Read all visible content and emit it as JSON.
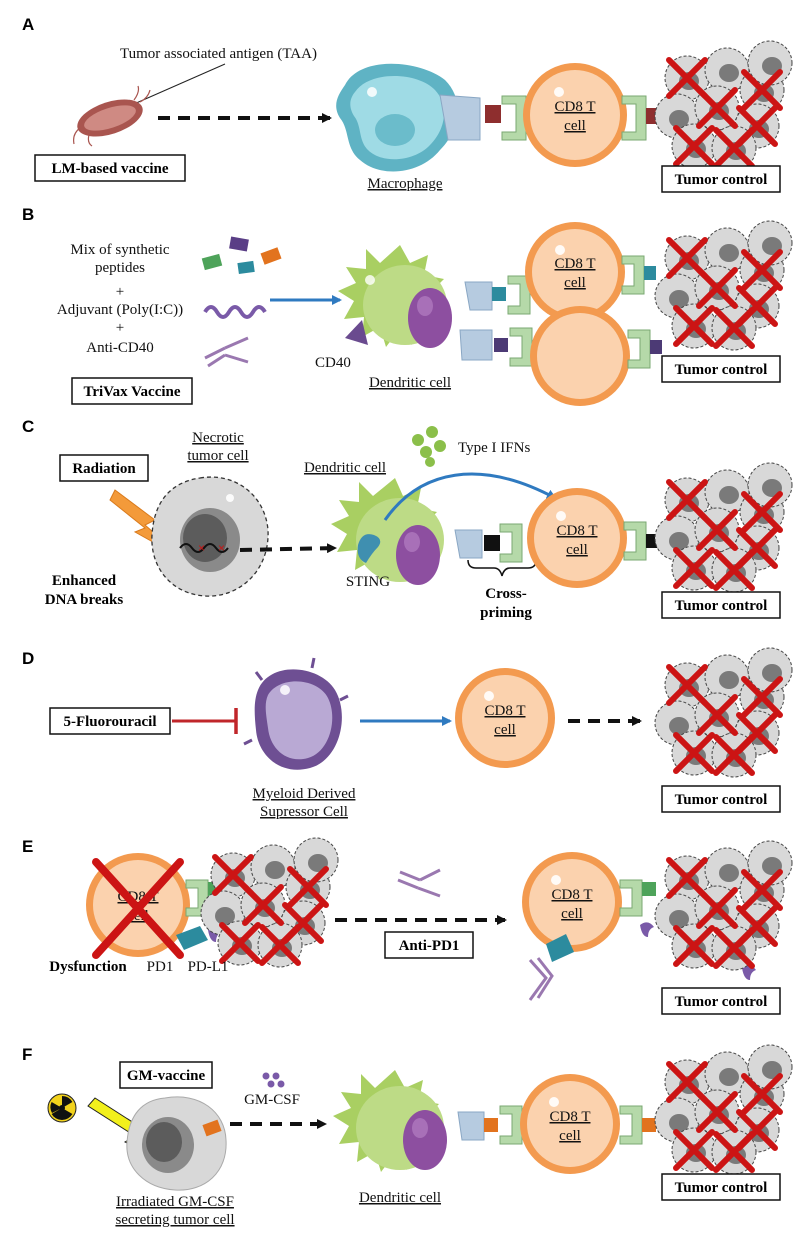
{
  "colors": {
    "cd8": "#f39a4f",
    "cd8_inner": "#fbd2ae",
    "tumor": "#d8d8d8",
    "tumor_nucleus": "#7a7a7a",
    "cross": "#cc1414",
    "macrophage": "#8fd0dc",
    "dendritic": "#a9cf62",
    "nucleus_purple": "#8d4fa0",
    "mdsc": "#6e4f93",
    "arrow_blue": "#2f7ac0",
    "inhibit_red": "#c0262a",
    "receptor_green": "#b5d9a9",
    "receptor_blue": "#b6cbe0",
    "antigen_red": "#8e2e2e",
    "antigen_teal": "#2c8b9e",
    "antigen_purple": "#4c3a75",
    "antigen_orange": "#e2731e",
    "antigen_black": "#111111"
  },
  "panels": [
    {
      "letter": "A",
      "box_label": "LM-based vaccine",
      "annotation": "Tumor associated antigen (TAA)",
      "presenting_cell": "Macrophage",
      "t_cell": [
        "CD8 T",
        "cell"
      ],
      "outcome": "Tumor control",
      "icons": [
        "bacterium-icon",
        "macrophage-icon",
        "cd8-t-cell-icon",
        "tumor-cluster-icon"
      ]
    },
    {
      "letter": "B",
      "components": [
        "Mix of synthetic",
        "peptides",
        "+",
        "Adjuvant (Poly(I:C))",
        "+",
        "Anti-CD40"
      ],
      "box_label": "TriVax Vaccine",
      "marker": "CD40",
      "presenting_cell": "Dendritic cell",
      "t_cell": [
        "CD8 T",
        "cell"
      ],
      "outcome": "Tumor control",
      "icons": [
        "peptide-icon",
        "rna-helix-icon",
        "antibody-icon",
        "dendritic-cell-icon",
        "cd8-t-cell-icon",
        "tumor-cluster-icon"
      ]
    },
    {
      "letter": "C",
      "box_label": "Radiation",
      "necrotic": [
        "Necrotic",
        "tumor cell"
      ],
      "dna": [
        "Enhanced",
        "DNA breaks"
      ],
      "presenting_cell": "Dendritic cell",
      "ifn": "Type I IFNs",
      "sting": "STING",
      "cross_priming": [
        "Cross-",
        "priming"
      ],
      "t_cell": [
        "CD8 T",
        "cell"
      ],
      "outcome": "Tumor control",
      "icons": [
        "lightning-icon",
        "necrotic-cell-icon",
        "dendritic-cell-icon",
        "ifn-dots-icon",
        "cd8-t-cell-icon",
        "tumor-cluster-icon"
      ]
    },
    {
      "letter": "D",
      "box_label": "5-Fluorouracil",
      "suppressor": [
        "Myeloid Derived",
        "Supressor Cell"
      ],
      "t_cell": [
        "CD8 T",
        "cell"
      ],
      "outcome": "Tumor control",
      "icons": [
        "mdsc-icon",
        "cd8-t-cell-icon",
        "tumor-cluster-icon"
      ]
    },
    {
      "letter": "E",
      "dysfunction": "Dysfunction",
      "pd1": "PD1",
      "pdl1": "PD-L1",
      "box_label": "Anti-PD1",
      "t_cell": [
        "CD8 T",
        "cell"
      ],
      "outcome": "Tumor control",
      "icons": [
        "cd8-t-cell-icon",
        "antibody-icon",
        "tumor-cluster-icon"
      ]
    },
    {
      "letter": "F",
      "box_label": "GM-vaccine",
      "cytokine": "GM-CSF",
      "irradiated": [
        "Irradiated GM-CSF",
        "secreting tumor cell"
      ],
      "presenting_cell": "Dendritic cell",
      "t_cell": [
        "CD8 T",
        "cell"
      ],
      "outcome": "Tumor control",
      "icons": [
        "radiation-icon",
        "lightning-icon",
        "tumor-cell-icon",
        "dendritic-cell-icon",
        "cd8-t-cell-icon",
        "tumor-cluster-icon"
      ]
    }
  ]
}
